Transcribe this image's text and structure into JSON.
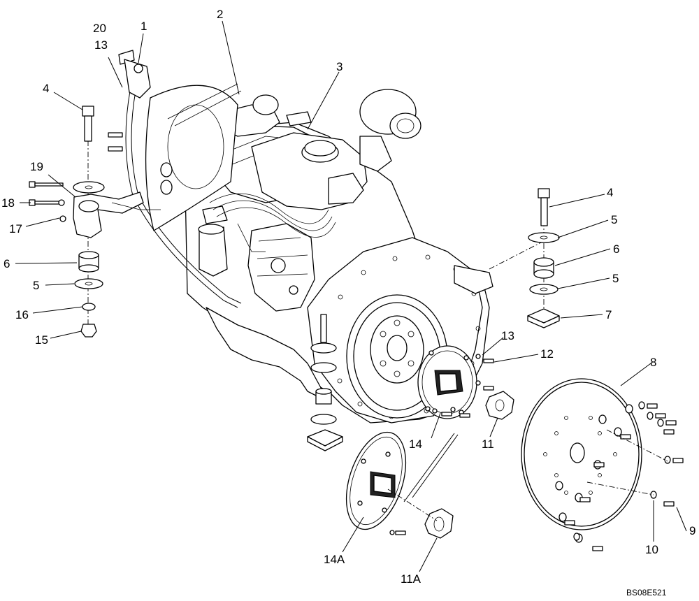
{
  "callouts": [
    {
      "id": "c20",
      "text": "20"
    },
    {
      "id": "c1",
      "text": "1"
    },
    {
      "id": "c13a",
      "text": "13"
    },
    {
      "id": "c2",
      "text": "2"
    },
    {
      "id": "c3",
      "text": "3"
    },
    {
      "id": "c4a",
      "text": "4"
    },
    {
      "id": "c19",
      "text": "19"
    },
    {
      "id": "c18",
      "text": "18"
    },
    {
      "id": "c17",
      "text": "17"
    },
    {
      "id": "c6a",
      "text": "6"
    },
    {
      "id": "c5a",
      "text": "5"
    },
    {
      "id": "c16",
      "text": "16"
    },
    {
      "id": "c15",
      "text": "15"
    },
    {
      "id": "c4b",
      "text": "4"
    },
    {
      "id": "c5b",
      "text": "5"
    },
    {
      "id": "c6b",
      "text": "6"
    },
    {
      "id": "c5c",
      "text": "5"
    },
    {
      "id": "c7",
      "text": "7"
    },
    {
      "id": "c13b",
      "text": "13"
    },
    {
      "id": "c12",
      "text": "12"
    },
    {
      "id": "c8",
      "text": "8"
    },
    {
      "id": "c14",
      "text": "14"
    },
    {
      "id": "c11",
      "text": "11"
    },
    {
      "id": "c9",
      "text": "9"
    },
    {
      "id": "c10",
      "text": "10"
    },
    {
      "id": "c14A",
      "text": "14A"
    },
    {
      "id": "c11A",
      "text": "11A"
    }
  ],
  "figure_ref": "BS08E521"
}
